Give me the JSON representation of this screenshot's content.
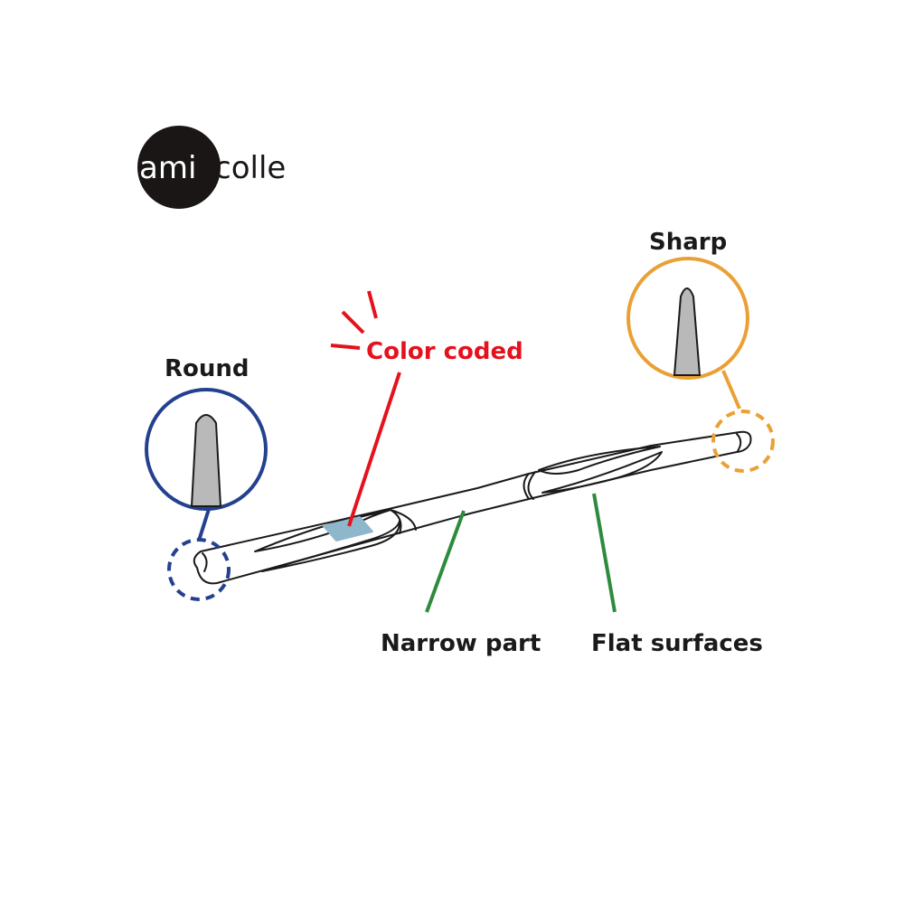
{
  "logo": {
    "part1": "ami",
    "part2": "colle"
  },
  "labels": {
    "round": "Round",
    "sharp": "Sharp",
    "color_coded": "Color coded",
    "narrow_part": "Narrow part",
    "flat_surfaces": "Flat surfaces"
  },
  "colors": {
    "round_accent": "#23418f",
    "sharp_accent": "#eba035",
    "color_coded_accent": "#e4121d",
    "narrow_accent": "#2e8b3d",
    "color_band": "#8fb7cc",
    "outline": "#1a1a1a",
    "tip_fill": "#b9b9b9"
  }
}
